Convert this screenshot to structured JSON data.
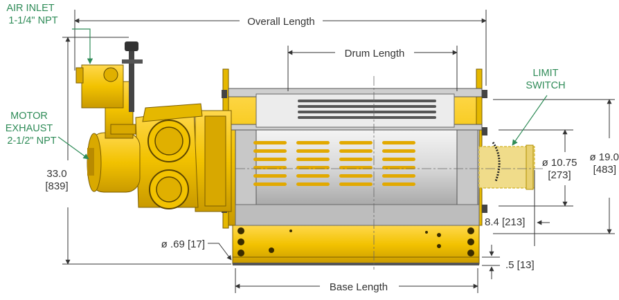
{
  "labels": {
    "overall_length": "Overall Length",
    "drum_length": "Drum Length",
    "base_length": "Base Length",
    "air_inlet_line1": "AIR INLET",
    "air_inlet_line2": "1-1/4\" NPT",
    "motor_exhaust_line1": "MOTOR",
    "motor_exhaust_line2": "EXHAUST",
    "motor_exhaust_line3": "2-1/2\" NPT",
    "limit_switch_line1": "LIMIT",
    "limit_switch_line2": "SWITCH",
    "height": "33.0",
    "height_mm": "[839]",
    "drum_diameter": "ø 10.75",
    "drum_diameter_mm": "[273]",
    "flange_diameter": "ø 19.0",
    "flange_diameter_mm": "[483]",
    "centerline_height": "8.4 [213]",
    "hole_diameter": "ø .69 [17]",
    "base_thickness": ".5 [13]"
  },
  "colors": {
    "body_yellow": "#f2c200",
    "dark_yellow": "#c99a00",
    "callout_green": "#2e8b57",
    "dimension_gray": "#333333",
    "drum_gray": "#dcdcdc",
    "switch_tan": "#f0dc8a"
  }
}
